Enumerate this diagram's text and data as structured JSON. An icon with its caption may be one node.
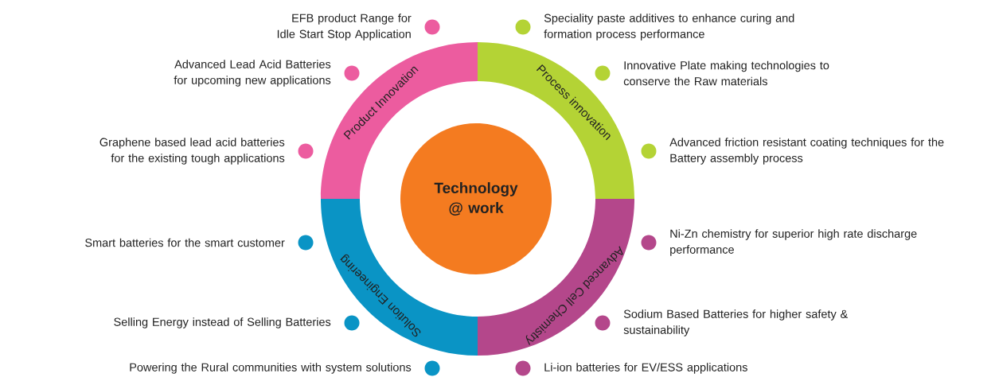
{
  "diagram": {
    "nodes": [
      {
        "text": [
          "Technology @ work"
        ]
      },
      {
        "text": [
          "Product Innovation"
        ]
      },
      {
        "text": [
          "Process  innovation"
        ]
      },
      {
        "text": [
          "Advanced Cell Chemistry"
        ]
      },
      {
        "text": [
          "Solution Engineering"
        ]
      },
      {
        "text": [
          "EFB product Range for Idle Start Stop Application"
        ]
      },
      {
        "text": [
          "Speciality paste additives to enhance curing and formation process performance"
        ]
      },
      {
        "text": [
          "Advanced Lead Acid Batteries for upcoming new applications"
        ]
      },
      {
        "text": [
          "Innovative Plate making technologies to conserve the Raw materials"
        ]
      },
      {
        "text": [
          "Graphene based lead acid batteries for the existing tough applications"
        ]
      },
      {
        "text": [
          "Advanced friction resistant coating techniques for the Battery assembly process"
        ]
      },
      {
        "text": [
          "Smart batteries for the smart customer"
        ]
      },
      {
        "text": [
          "Ni-Zn chemistry for superior high rate discharge performance"
        ]
      },
      {
        "text": [
          "Selling Energy instead of Selling Batteries"
        ]
      },
      {
        "text": [
          "Sodium Based Batteries for higher safety & sustainability"
        ]
      },
      {
        "text": [
          "Powering the Rural communities with system solutions"
        ]
      },
      {
        "text": [
          "Li-ion batteries for EV/ESS applications"
        ]
      }
    ]
  }
}
